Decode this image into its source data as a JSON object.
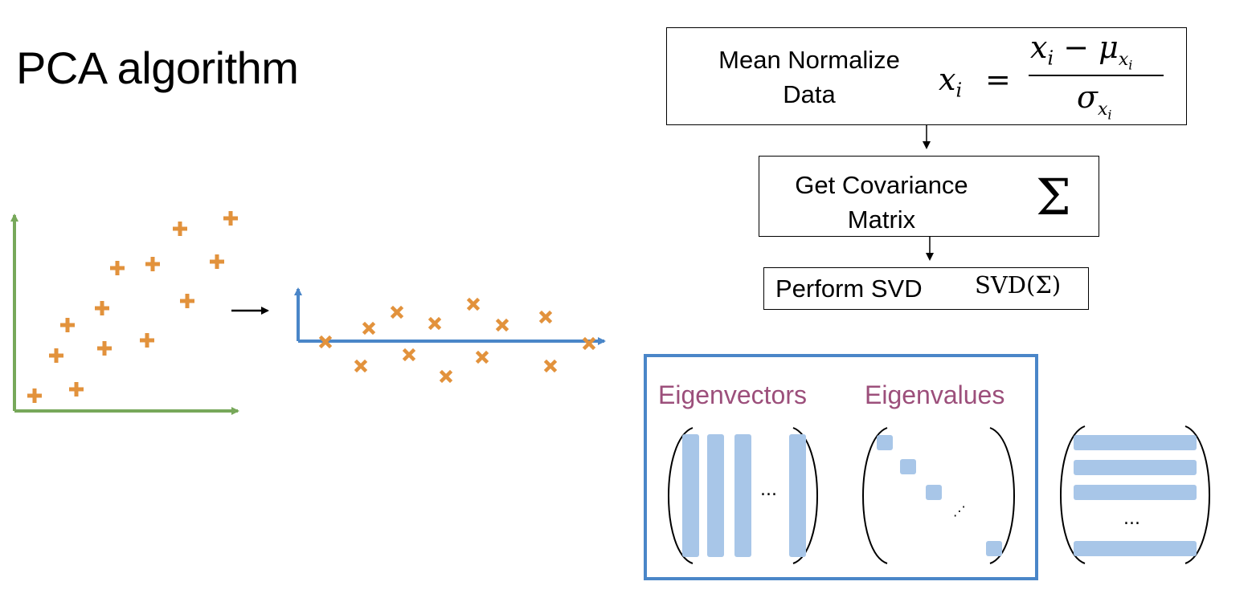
{
  "title": "PCA algorithm",
  "steps": {
    "normalize": {
      "label_line1": "Mean Normalize",
      "label_line2": "Data",
      "formula_lhs": "x",
      "formula_lhs_sub": "i",
      "formula_eq": "=",
      "formula_num_x": "x",
      "formula_num_x_sub": "i",
      "formula_minus": "−",
      "formula_num_mu": "μ",
      "formula_num_mu_sub": "x",
      "formula_num_mu_subsub": "i",
      "formula_den_sigma": "σ",
      "formula_den_sub": "x",
      "formula_den_subsub": "i"
    },
    "covariance": {
      "label_line1": "Get Covariance",
      "label_line2": "Matrix",
      "symbol": "Σ"
    },
    "svd": {
      "label": "Perform SVD",
      "formula": "SVD(Σ)"
    }
  },
  "matrices": {
    "eigenvectors_label": "Eigenvectors",
    "eigenvalues_label": "Eigenvalues",
    "eigenvectors_ellipsis": "...",
    "eigenvalues_ellipsis": "⋰",
    "third_ellipsis": "..."
  },
  "colors": {
    "original_axes": "#77a85a",
    "projected_axes": "#4a86c8",
    "points": "#e2923c",
    "matrix_fill": "#a8c6e8",
    "output_frame": "#4a86c8",
    "label_purple": "#9c4f7b"
  }
}
